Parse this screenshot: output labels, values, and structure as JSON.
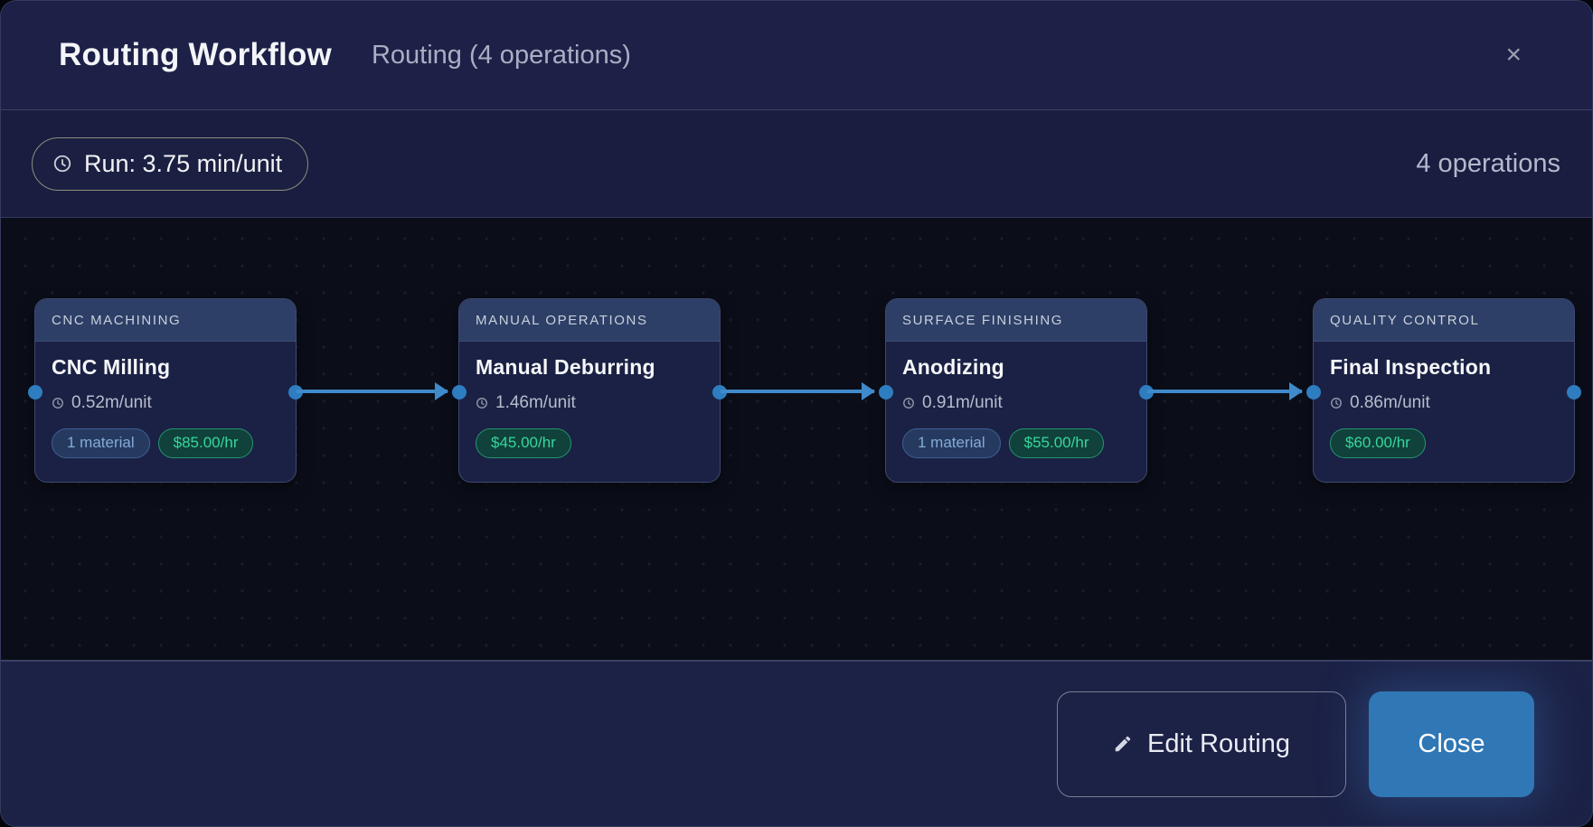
{
  "modal": {
    "title": "Routing Workflow",
    "subtitle": "Routing (4 operations)",
    "close_glyph": "×"
  },
  "stats": {
    "run_label": "Run: 3.75 min/unit",
    "operations_label": "4 operations"
  },
  "canvas": {
    "nodes": [
      {
        "category": "CNC MACHINING",
        "name": "CNC Milling",
        "time": "0.52m/unit",
        "material_badge": "1 material",
        "rate_badge": "$85.00/hr"
      },
      {
        "category": "MANUAL OPERATIONS",
        "name": "Manual Deburring",
        "time": "1.46m/unit",
        "rate_badge": "$45.00/hr"
      },
      {
        "category": "SURFACE FINISHING",
        "name": "Anodizing",
        "time": "0.91m/unit",
        "material_badge": "1 material",
        "rate_badge": "$55.00/hr"
      },
      {
        "category": "QUALITY CONTROL",
        "name": "Final Inspection",
        "time": "0.86m/unit",
        "rate_badge": "$60.00/hr"
      }
    ]
  },
  "footer": {
    "edit_label": "Edit Routing",
    "close_label": "Close"
  },
  "colors": {
    "accent_blue": "#2e7dc0",
    "connector_blue": "#3f8aca",
    "rate_green_text": "#36d69e",
    "material_blue_text": "#84aad8",
    "node_header_bg": "#2d3f66",
    "panel_navy": "#1c2146",
    "canvas_dark": "#0b0e19"
  }
}
